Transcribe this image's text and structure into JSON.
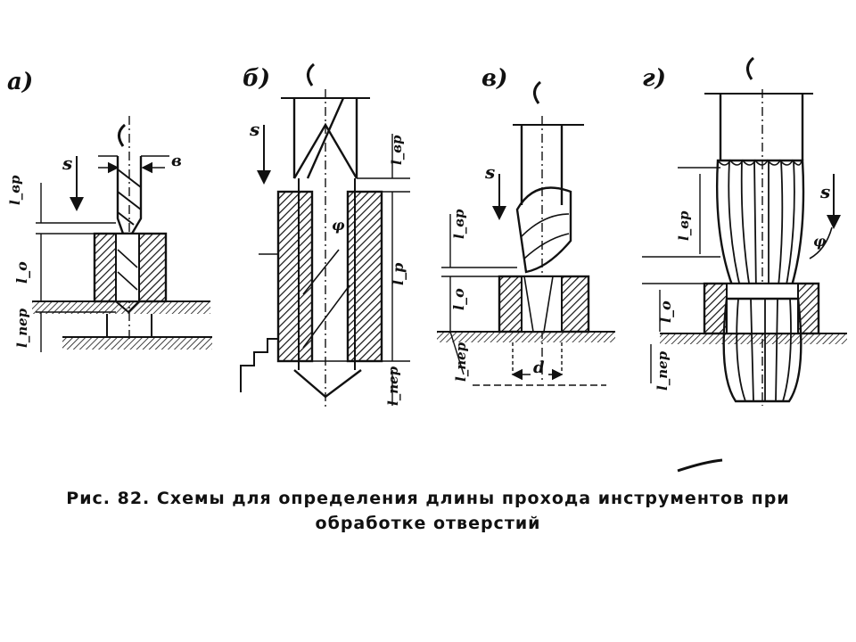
{
  "figure": {
    "panels": [
      {
        "letter": "а)",
        "feed": "s",
        "labels": [
          "l_вр",
          "l_о",
          "l_пер",
          "в"
        ]
      },
      {
        "letter": "б)",
        "feed": "s",
        "labels": [
          "l_вр",
          "l_р",
          "l_пер",
          "φ"
        ]
      },
      {
        "letter": "в)",
        "feed": "s",
        "labels": [
          "l_вр",
          "l_о",
          "l_пер",
          "d"
        ]
      },
      {
        "letter": "г)",
        "feed": "s",
        "labels": [
          "l_вр",
          "l_о",
          "l_пер",
          "φ"
        ]
      }
    ],
    "caption_line1": "Рис. 82. Схемы для определения длины прохода инструментов при",
    "caption_line2": "обработке отверстий"
  },
  "colors": {
    "ink": "#111111",
    "paper": "#ffffff"
  }
}
